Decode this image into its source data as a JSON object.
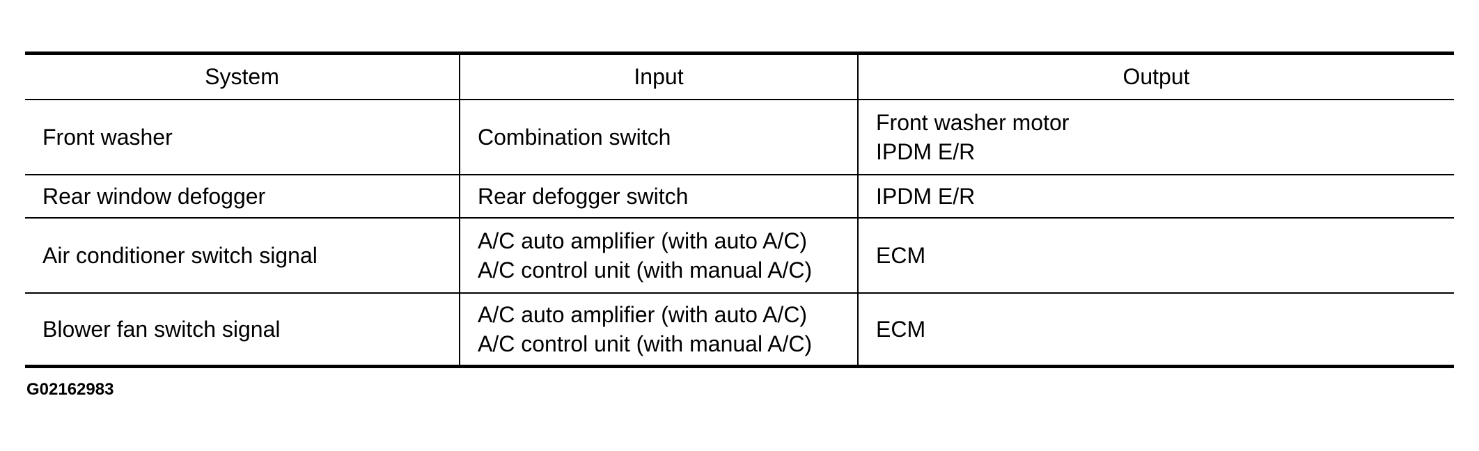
{
  "table": {
    "headers": [
      "System",
      "Input",
      "Output"
    ],
    "rows": [
      {
        "system": [
          "Front washer"
        ],
        "input": [
          "Combination switch"
        ],
        "output": [
          "Front washer motor",
          "IPDM E/R"
        ]
      },
      {
        "system": [
          "Rear window defogger"
        ],
        "input": [
          "Rear defogger switch"
        ],
        "output": [
          "IPDM E/R"
        ]
      },
      {
        "system": [
          "Air conditioner switch signal"
        ],
        "input": [
          "A/C auto amplifier (with auto A/C)",
          "A/C control unit (with manual A/C)"
        ],
        "output": [
          "ECM"
        ]
      },
      {
        "system": [
          "Blower fan switch signal"
        ],
        "input": [
          "A/C auto amplifier (with auto A/C)",
          "A/C control unit (with manual A/C)"
        ],
        "output": [
          "ECM"
        ]
      }
    ]
  },
  "figure_code": "G02162983"
}
